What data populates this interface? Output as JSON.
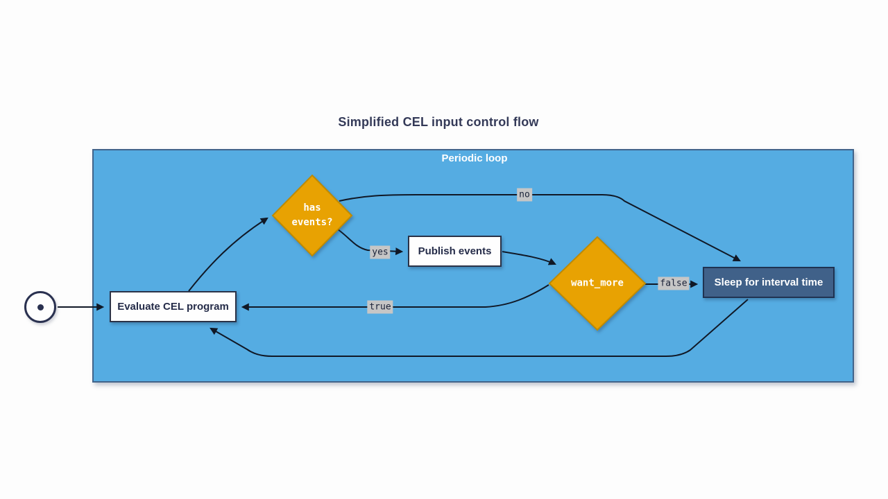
{
  "diagram": {
    "title": "Simplified CEL input control flow",
    "container": {
      "label": "Periodic loop"
    },
    "nodes": {
      "start": {
        "shape": "circle-with-dot"
      },
      "evaluate": {
        "label": "Evaluate CEL program"
      },
      "has_events": {
        "line1": "has",
        "line2": "events?"
      },
      "publish": {
        "label": "Publish events"
      },
      "want_more": {
        "label": "want_more"
      },
      "sleep": {
        "label": "Sleep for interval time"
      }
    },
    "edge_labels": {
      "yes": "yes",
      "no": "no",
      "true": "true",
      "false": "false"
    },
    "colors": {
      "container_fill": "#55ACE2",
      "container_border": "#41638A",
      "diamond_fill": "#E8A202",
      "diamond_border": "#BE8A00",
      "node_fill": "#FEFEFE",
      "node_border": "#2A3247",
      "node_text": "#252C49",
      "sleep_fill": "#406189",
      "sleep_border": "#1F3251",
      "edge_line": "#101826",
      "edge_label_bg": "#C6C6C6",
      "edge_label_text": "#1A2238",
      "title_text": "#343A58",
      "container_label_text": "#FFFFFF"
    }
  }
}
